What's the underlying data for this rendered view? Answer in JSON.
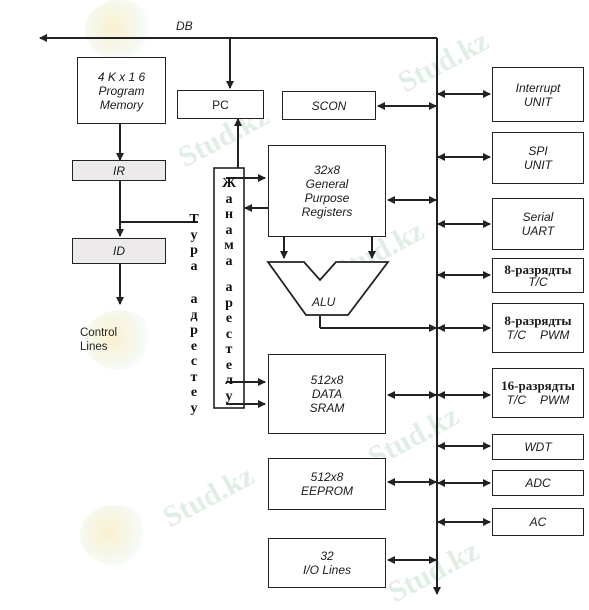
{
  "bus_label": "DB",
  "program_memory": {
    "line1": "4 K x 1 6",
    "line2": "Program",
    "line3": "Memory"
  },
  "pc": "PC",
  "scon": "SCON",
  "ir": "IR",
  "id": "ID",
  "control_lines": {
    "line1": "Control",
    "line2": "Lines"
  },
  "gpr": {
    "line1": "32x8",
    "line2": "General",
    "line3": "Purpose",
    "line4": "Registers"
  },
  "alu": "ALU",
  "sram": {
    "line1": "512x8",
    "line2": "DATA",
    "line3": "SRAM"
  },
  "eeprom": {
    "line1": "512x8",
    "line2": "EEPROM"
  },
  "io": {
    "line1": "32",
    "line2": "I/O Lines"
  },
  "peripherals": {
    "interrupt": {
      "line1": "Interrupt",
      "line2": "UNIT"
    },
    "spi": {
      "line1": "SPI",
      "line2": "UNIT"
    },
    "serial": {
      "line1": "Serial",
      "line2": "UART"
    },
    "timer8a": {
      "line1": "8-разрядты",
      "line2": "T/C"
    },
    "timer8b": {
      "line1": "8-разрядты",
      "line2a": "T/C",
      "line2b": "PWM"
    },
    "timer16": {
      "line1": "16-разрядты",
      "line2a": "T/C",
      "line2b": "PWM"
    },
    "wdt": "WDT",
    "adc": "ADC",
    "ac": "AC"
  },
  "vertical_labels": {
    "tura": [
      "Т",
      "у",
      "р",
      "а"
    ],
    "adresteu": [
      "а",
      "д",
      "р",
      "е",
      "с",
      "т",
      "е",
      "у"
    ],
    "janama": [
      "Ж",
      "а",
      "н",
      "а",
      "м",
      "а"
    ],
    "arestelu": [
      "а",
      "р",
      "е",
      "с",
      "т",
      "е",
      "л",
      "у"
    ]
  },
  "watermark": "Stud.kz"
}
